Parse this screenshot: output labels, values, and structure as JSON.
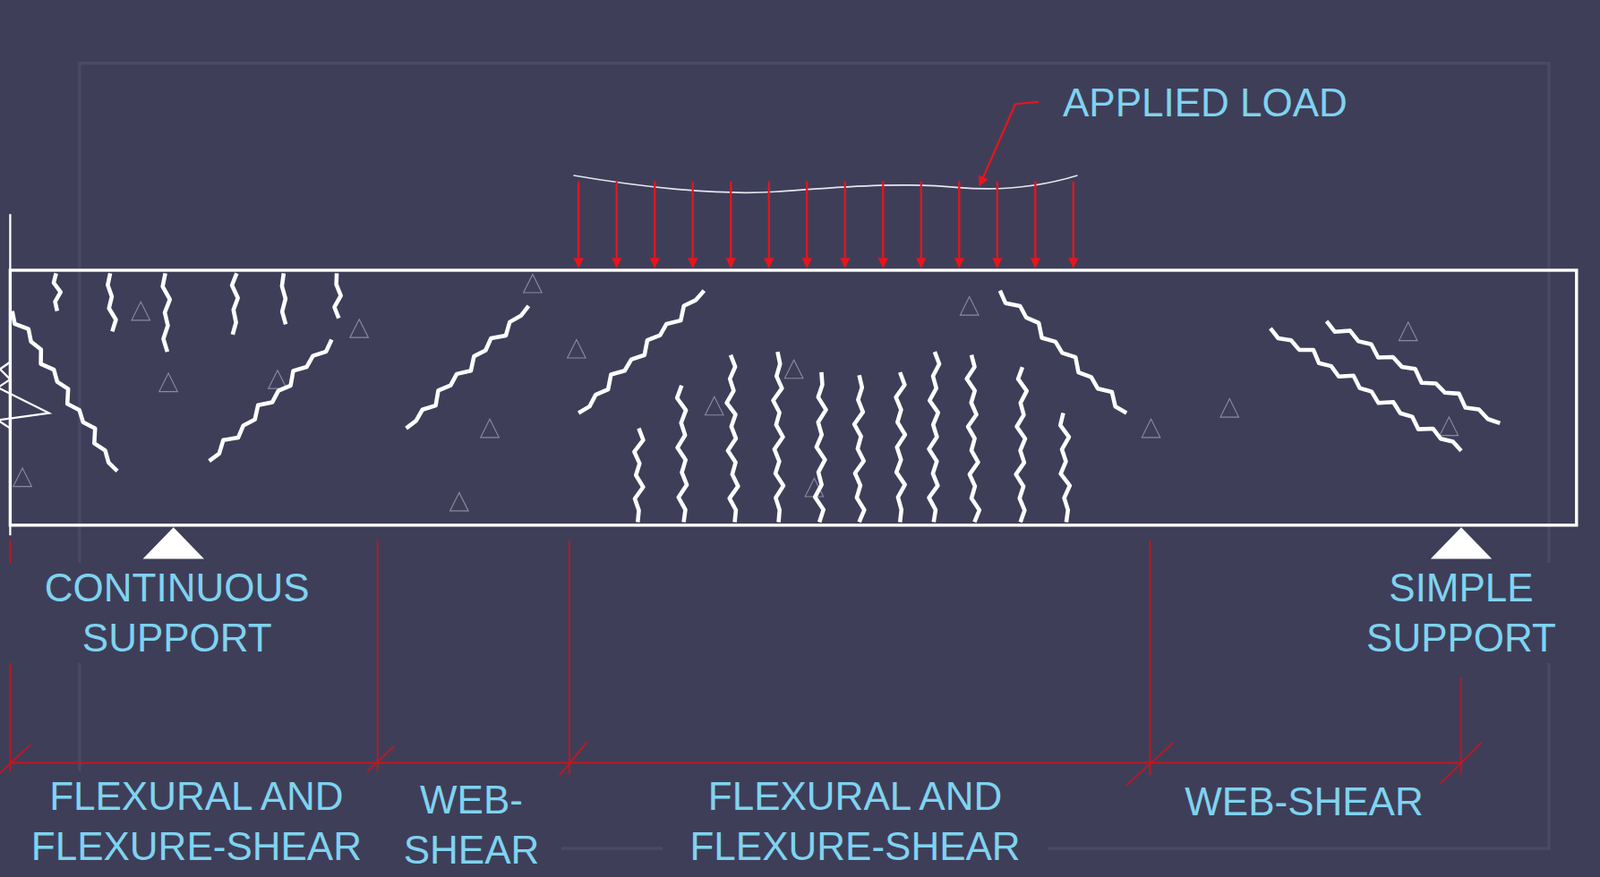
{
  "diagram": {
    "labels": [
      "APPLIED LOAD",
      "CONTINUOUS SUPPORT",
      "SIMPLE SUPPORT",
      "FLEXURAL AND FLEXURE-SHEAR",
      "WEB- SHEAR",
      "FLEXURAL AND FLEXURE-SHEAR",
      "WEB-SHEAR"
    ]
  }
}
